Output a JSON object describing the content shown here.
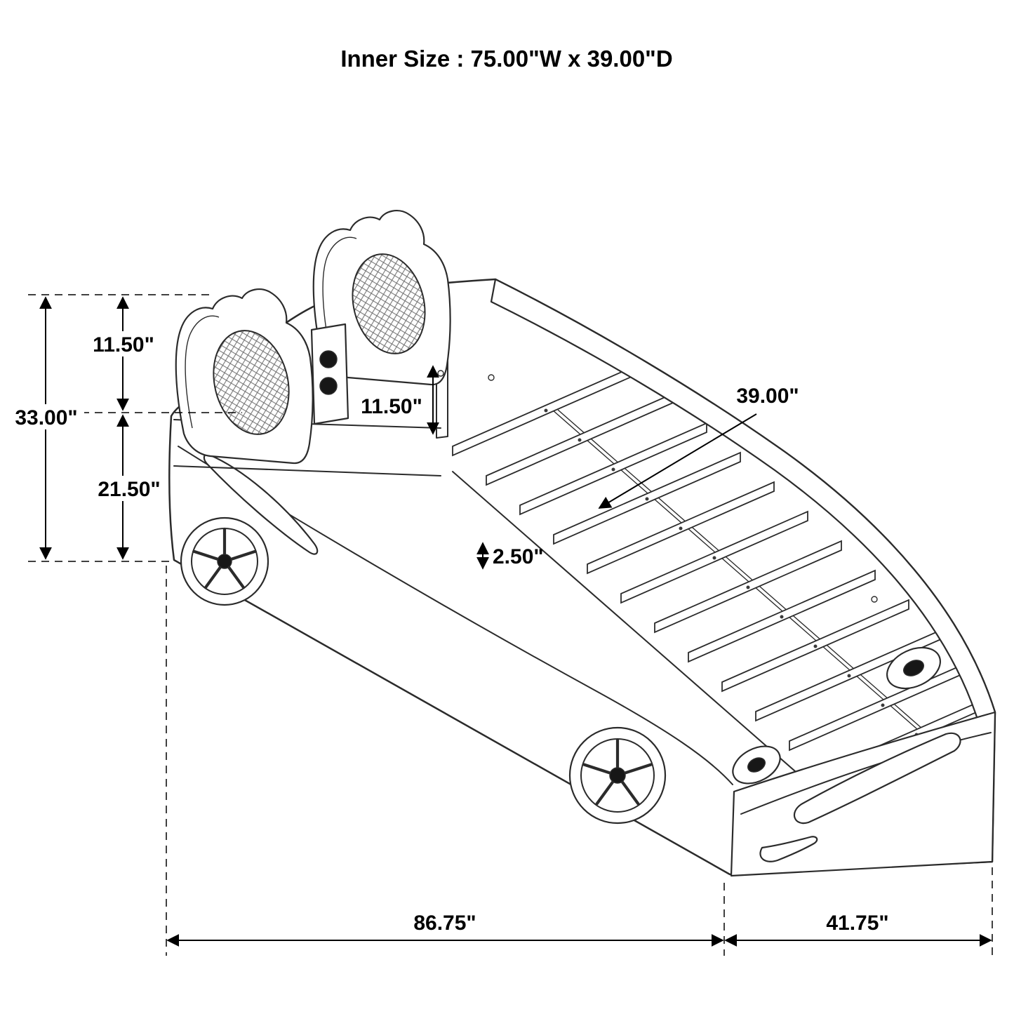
{
  "title": "Inner Size : 75.00\"W x 39.00\"D",
  "dimensions": {
    "total_height": "33.00\"",
    "headboard_upper_height": "11.50\"",
    "headboard_lower_height": "21.50\"",
    "inner_headboard_height": "11.50\"",
    "bed_width": "39.00\"",
    "slat_thickness": "2.50\"",
    "overall_length": "86.75\"",
    "overall_depth": "41.75\""
  },
  "drawing": {
    "subject": "race-car twin bed isometric line drawing",
    "slat_count": 12
  },
  "colors": {
    "line": "#2b2b2b",
    "dimension": "#000000",
    "background": "#ffffff"
  }
}
